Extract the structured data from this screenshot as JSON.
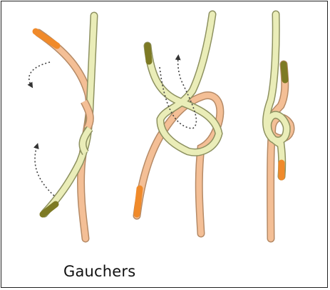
{
  "caption": "Gauchers",
  "colors": {
    "rope_orange": "#f4bf96",
    "rope_orange_edge": "#b58a66",
    "rope_cream": "#eaedb8",
    "rope_cream_edge": "#8d9160",
    "tip_orange": "#f08a2a",
    "tip_olive": "#7d7a24",
    "arrow": "#444444",
    "frame": "#222222"
  },
  "steps": [
    {
      "name": "step-1-crossed-ends"
    },
    {
      "name": "step-2-loop-over"
    },
    {
      "name": "step-3-finished-knot"
    }
  ]
}
